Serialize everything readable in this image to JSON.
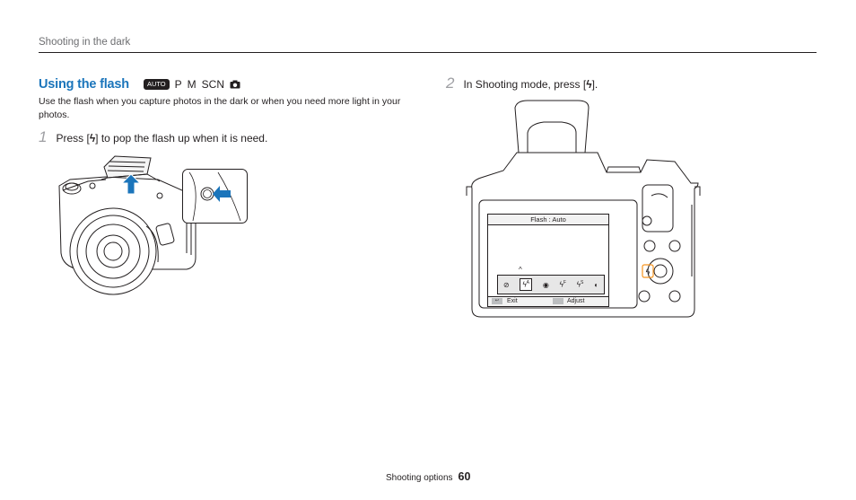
{
  "header": {
    "section": "Shooting in the dark"
  },
  "title": {
    "text": "Using the flash"
  },
  "modes": {
    "auto": "AUTO",
    "p": "P",
    "m": "M",
    "scn": "SCN"
  },
  "description": "Use the flash when you capture photos in the dark or when you need more light in your photos.",
  "step1": {
    "number": "1",
    "before": "Press [",
    "after": "] to pop the flash up when it is need."
  },
  "step2": {
    "number": "2",
    "before": "In Shooting mode, press [",
    "after": "]."
  },
  "lcd": {
    "title": "Flash : Auto",
    "exit_label": "Exit",
    "adjust_label": "Adjust",
    "option_sup": {
      "auto": "A",
      "fill": "F",
      "slow": "S"
    }
  },
  "footer": {
    "section": "Shooting options",
    "page": "60"
  }
}
